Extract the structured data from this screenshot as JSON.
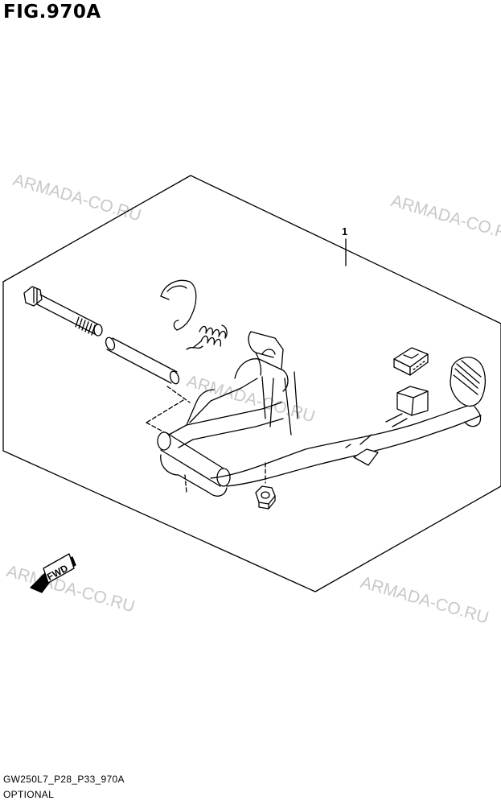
{
  "figure": {
    "title": "FIG.970A",
    "code": "GW250L7_P28_P33_970A",
    "note": "OPTIONAL"
  },
  "watermark": "ARMADA-CO.RU",
  "callouts": [
    {
      "number": "1"
    }
  ],
  "direction_marker": "FWD",
  "colors": {
    "line": "#000000",
    "watermark": "#c8c8c8",
    "background": "#ffffff"
  }
}
